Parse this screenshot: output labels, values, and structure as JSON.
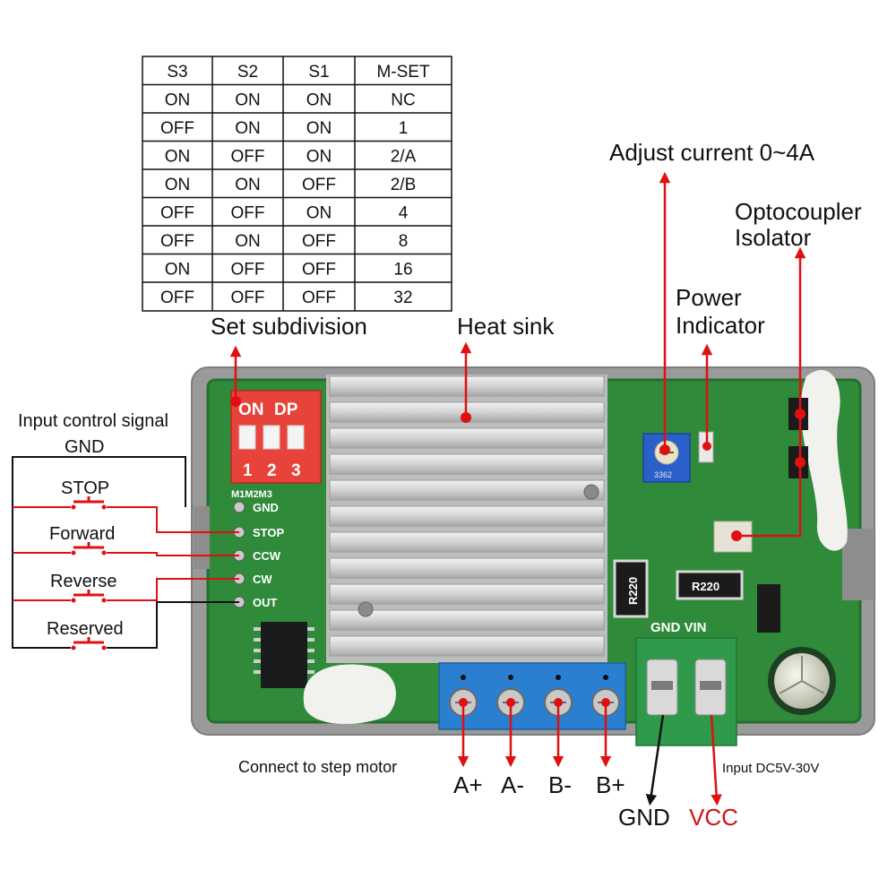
{
  "table": {
    "headers": [
      "S3",
      "S2",
      "S1",
      "M-SET"
    ],
    "rows": [
      [
        "ON",
        "ON",
        "ON",
        "NC"
      ],
      [
        "OFF",
        "ON",
        "ON",
        "1"
      ],
      [
        "ON",
        "OFF",
        "ON",
        "2/A"
      ],
      [
        "ON",
        "ON",
        "OFF",
        "2/B"
      ],
      [
        "OFF",
        "OFF",
        "ON",
        "4"
      ],
      [
        "OFF",
        "ON",
        "OFF",
        "8"
      ],
      [
        "ON",
        "OFF",
        "OFF",
        "16"
      ],
      [
        "OFF",
        "OFF",
        "OFF",
        "32"
      ]
    ]
  },
  "callouts": {
    "set_subdivision": "Set subdivision",
    "heat_sink": "Heat sink",
    "adjust_current": "Adjust current 0~4A",
    "power_indicator_1": "Power",
    "power_indicator_2": "Indicator",
    "optocoupler_1": "Optocoupler",
    "optocoupler_2": "Isolator",
    "input_control_1": "Input control signal",
    "input_control_2": "GND",
    "connect_motor": "Connect to step motor",
    "input_voltage": "Input DC5V-30V"
  },
  "switches": [
    "STOP",
    "Forward",
    "Reverse",
    "Reserved"
  ],
  "motor_terminals": [
    "A+",
    "A-",
    "B-",
    "B+"
  ],
  "power_terminals": {
    "gnd": "GND",
    "vcc": "VCC"
  },
  "pcb": {
    "dip_on": "ON",
    "dip_dp": "DP",
    "dip_numbers": [
      "1",
      "2",
      "3"
    ],
    "dip_m_labels": "M1M2M3",
    "pin_labels": [
      "GND",
      "STOP",
      "CCW",
      "CW",
      "OUT"
    ],
    "resistor_1": "R220",
    "resistor_2": "R220",
    "terminal_label": "GND VIN",
    "pot_marking": "3362"
  },
  "colors": {
    "pcb": "#2f8a3a",
    "case": "#9a9a9a",
    "heat_sink": "#d6d6d6",
    "dip_switch": "#e8433a",
    "motor_terminal": "#2b7fd1",
    "power_terminal": "#2e9a4a",
    "arrow": "#e01010",
    "wire_black": "#111111",
    "vcc_label": "#d61010"
  }
}
